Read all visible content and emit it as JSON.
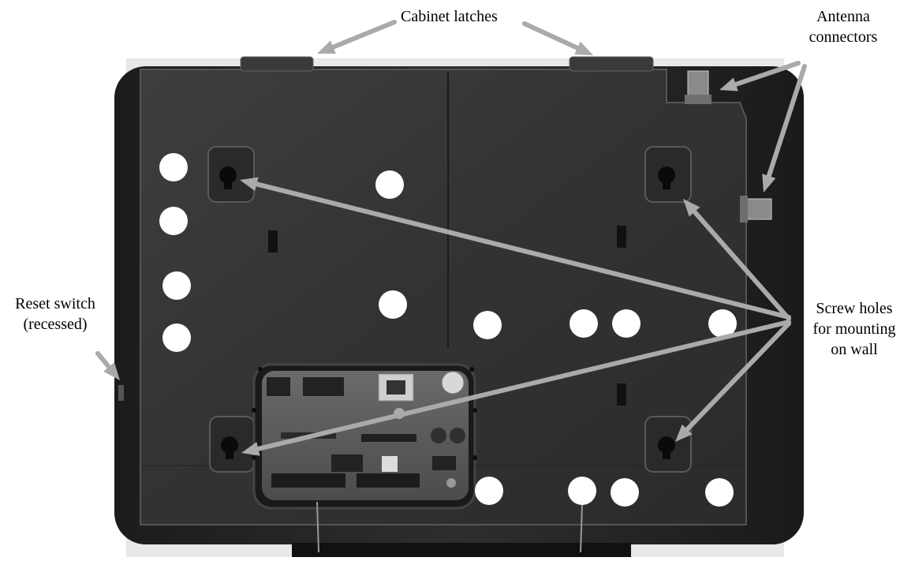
{
  "labels": {
    "cabinet_latches": "Cabinet latches",
    "antenna_line1": "Antenna",
    "antenna_line2": "connectors",
    "reset_line1": "Reset switch",
    "reset_line2": "(recessed)",
    "screw_line1": "Screw holes",
    "screw_line2": "for mounting",
    "screw_line3": "on wall"
  },
  "colors": {
    "arrow": "#aaaaaa",
    "cabinet_body": "#2a2a2a",
    "cabinet_edge": "#4a4a4a",
    "plate": "#353535",
    "circuit_board": "#5a5a5a",
    "mounting_holes": "#ffffff"
  }
}
